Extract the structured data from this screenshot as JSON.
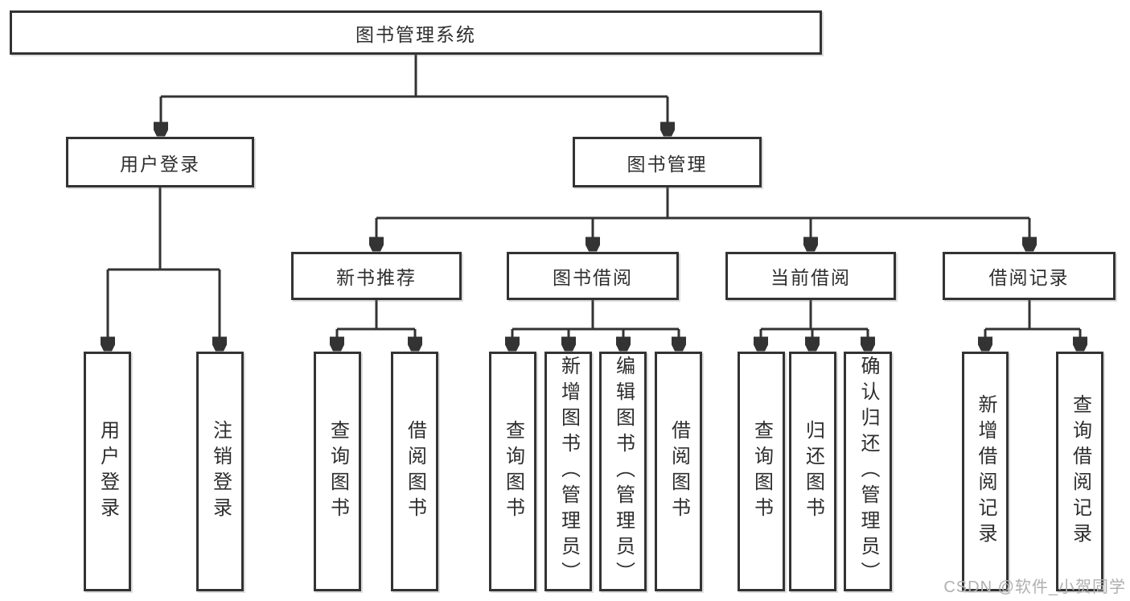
{
  "tree": {
    "root": "图书管理系统",
    "level2": [
      {
        "name": "user-login",
        "label": "用户登录"
      },
      {
        "name": "book-management",
        "label": "图书管理"
      }
    ],
    "level3": [
      {
        "name": "new-book-recommendation",
        "label": "新书推荐"
      },
      {
        "name": "book-borrowing",
        "label": "图书借阅"
      },
      {
        "name": "current-borrowing",
        "label": "当前借阅"
      },
      {
        "name": "borrowing-records",
        "label": "借阅记录"
      }
    ],
    "leaves": {
      "user_login": [
        "用户登录",
        "注销登录"
      ],
      "new_book_recommendation": [
        "查询图书",
        "借阅图书"
      ],
      "book_borrowing": [
        "查询图书",
        "新增图书（管理员）",
        "编辑图书（管理员）",
        "借阅图书"
      ],
      "current_borrowing": [
        "查询图书",
        "归还图书",
        "确认归还（管理员）"
      ],
      "borrowing_records": [
        "新增借阅记录",
        "查询借阅记录"
      ]
    }
  },
  "watermark": "CSDN @软件_小贺同学",
  "colors": {
    "line": "#333333",
    "text": "#2e2e2e",
    "watermark": "#b0b0b0",
    "background": "#ffffff"
  }
}
